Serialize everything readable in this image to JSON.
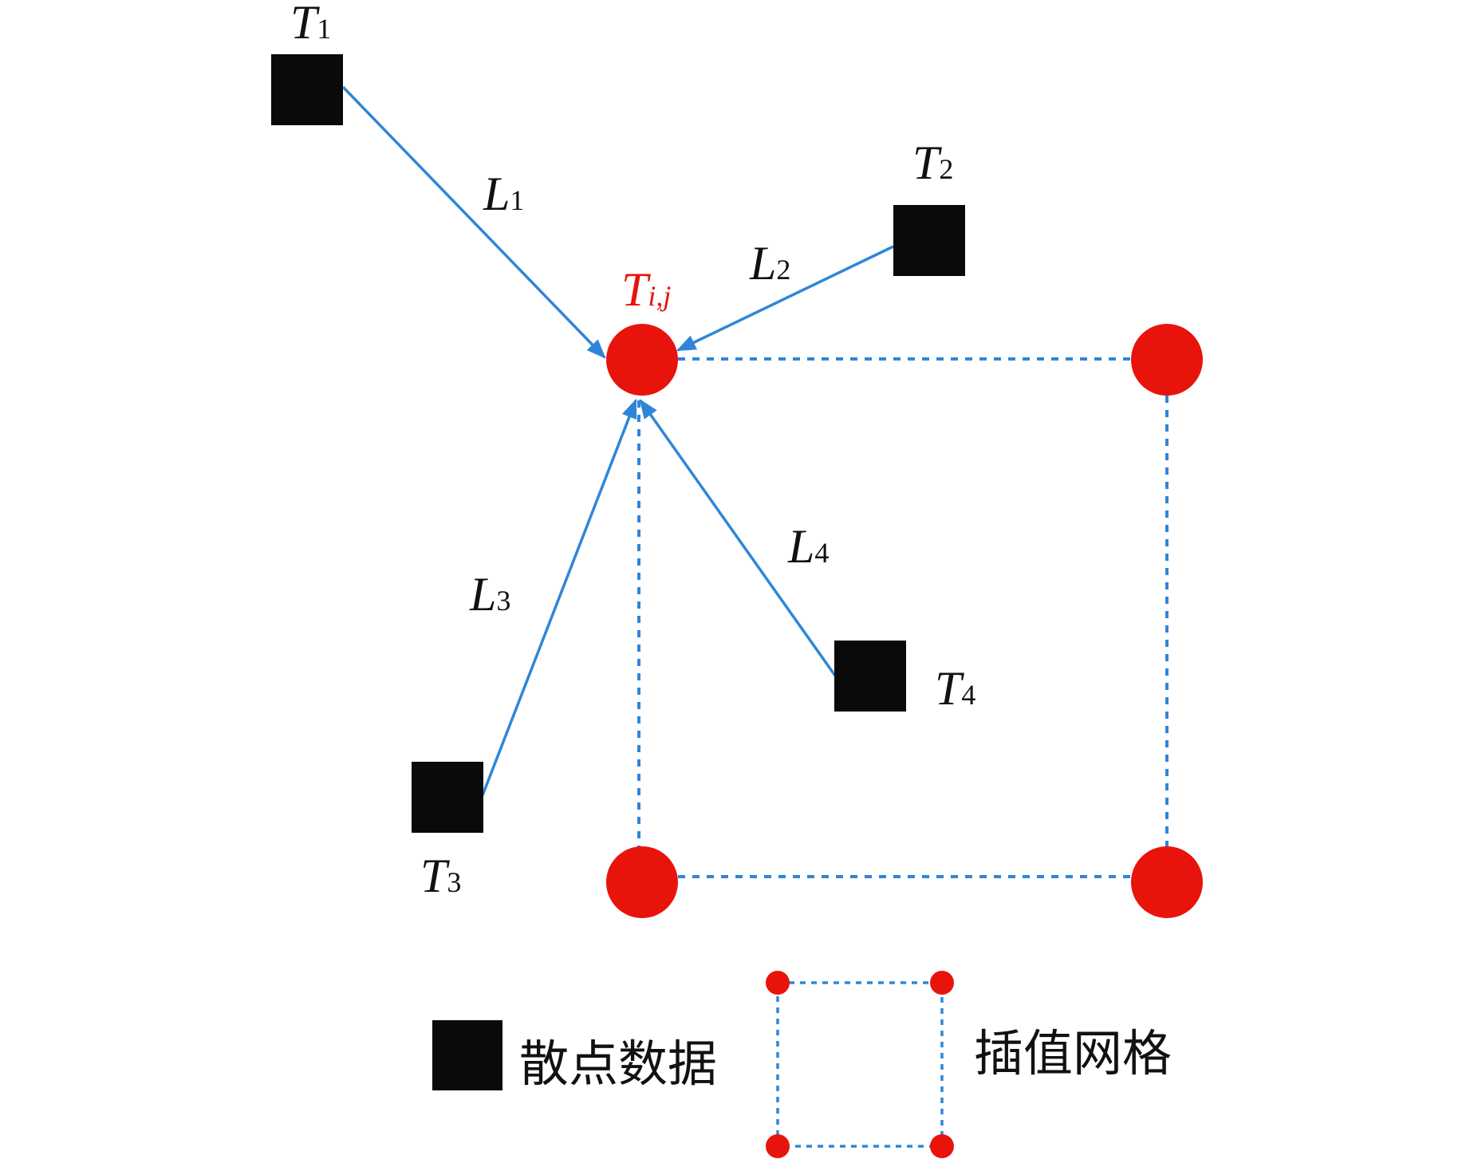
{
  "labels": {
    "T1": {
      "main": "T",
      "sub": "1"
    },
    "T2": {
      "main": "T",
      "sub": "2"
    },
    "T3": {
      "main": "T",
      "sub": "3"
    },
    "T4": {
      "main": "T",
      "sub": "4"
    },
    "Tij": {
      "main": "T",
      "sub": "i,j"
    },
    "L1": {
      "main": "L",
      "sub": "1"
    },
    "L2": {
      "main": "L",
      "sub": "2"
    },
    "L3": {
      "main": "L",
      "sub": "3"
    },
    "L4": {
      "main": "L",
      "sub": "4"
    }
  },
  "legend": {
    "scatter": "散点数据",
    "grid": "插值网格"
  },
  "colors": {
    "grid_node": "#e8140c",
    "line": "#2f86d8",
    "scatter": "#0a0a0a"
  }
}
